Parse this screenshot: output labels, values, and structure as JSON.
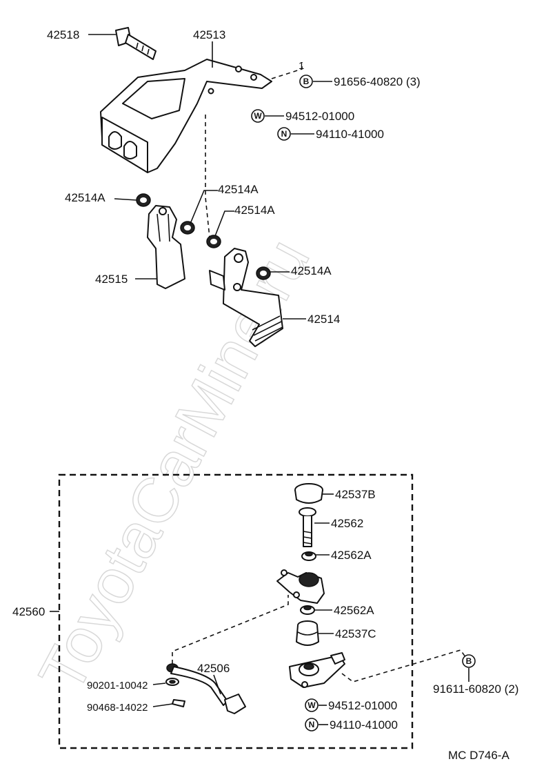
{
  "watermark": "ToyotaCarMine.ru",
  "figure_code": "MC  D746-A",
  "assembly_label": "42560",
  "parts": {
    "p42518": "42518",
    "p42513": "42513",
    "p91656": "91656-40820 (3)",
    "p94512_top": "94512-01000",
    "p94110_top": "94110-41000",
    "p42514A_a": "42514A",
    "p42514A_b": "42514A",
    "p42514A_c": "42514A",
    "p42514A_d": "42514A",
    "p42515": "42515",
    "p42514": "42514",
    "p42537B": "42537B",
    "p42562": "42562",
    "p42562A_a": "42562A",
    "p42562A_b": "42562A",
    "p42537C": "42537C",
    "p42506": "42506",
    "p90201": "90201-10042",
    "p90468": "90468-14022",
    "p91611": "91611-60820 (2)",
    "p94512_bot": "94512-01000",
    "p94110_bot": "94110-41000"
  },
  "symbols": {
    "bolt": "B",
    "washer": "W",
    "nut": "N"
  },
  "callout_ref": "1"
}
